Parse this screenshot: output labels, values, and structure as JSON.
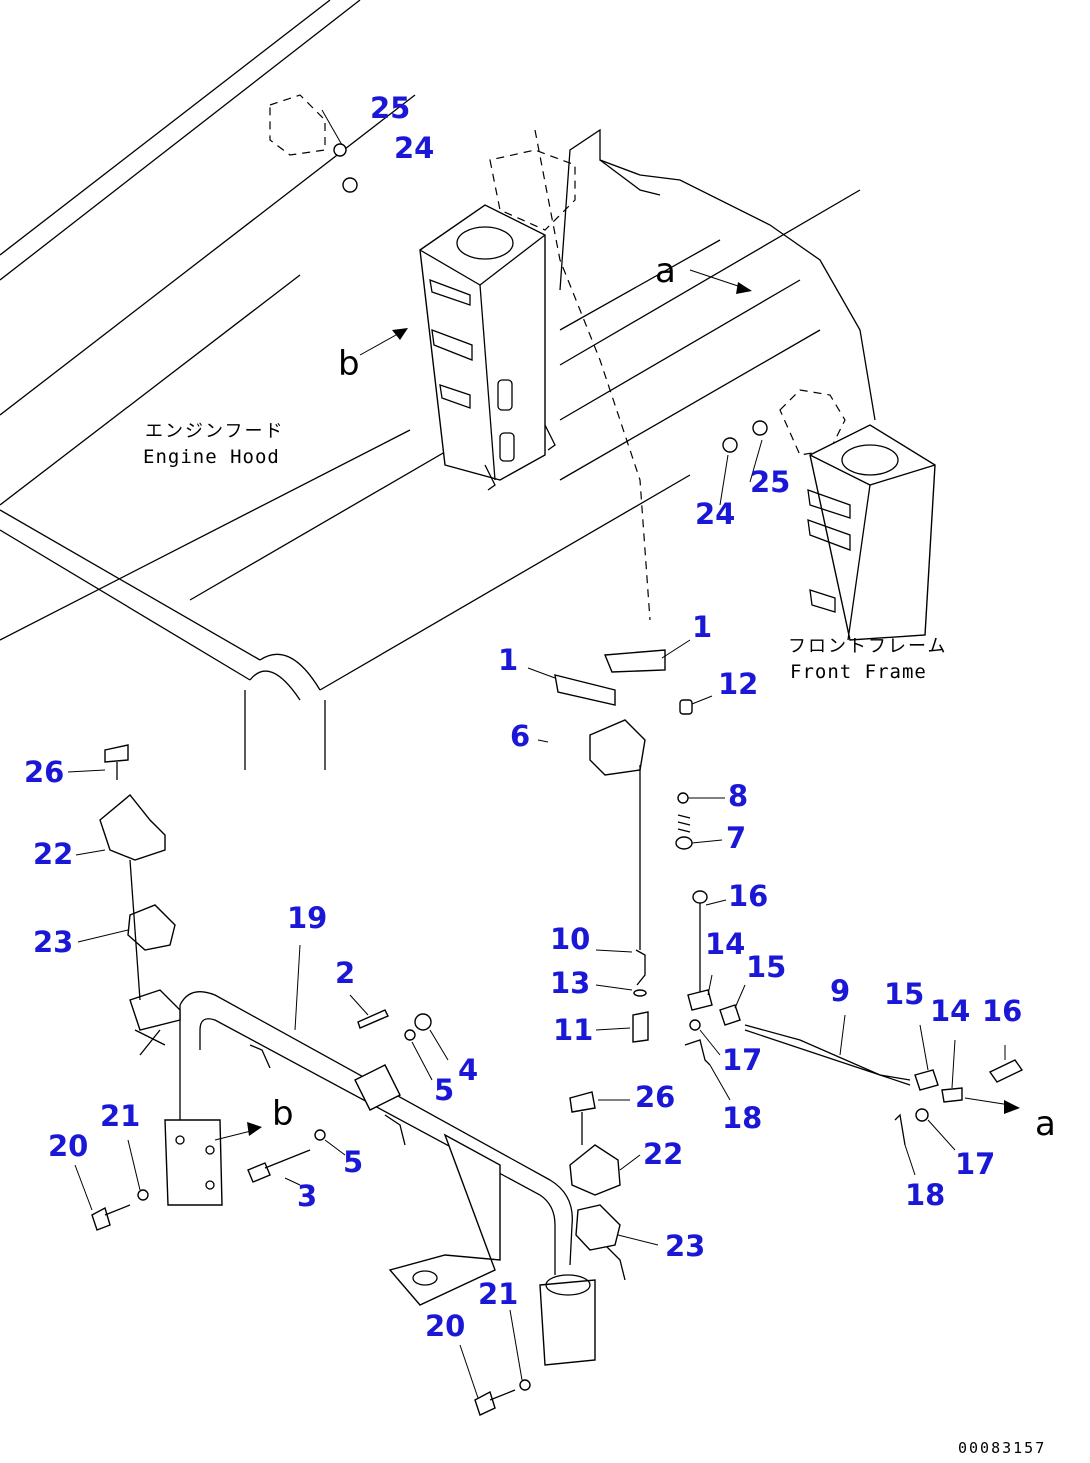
{
  "labels": {
    "engine_hood_jp": "エンジンフード",
    "engine_hood_en": "Engine Hood",
    "front_frame_jp": "フロントフレーム",
    "front_frame_en": "Front Frame",
    "ref_a_upper": "a",
    "ref_b_upper": "b",
    "ref_a_lower": "a",
    "ref_b_lower": "b",
    "drawing_code": "00083157"
  },
  "callouts": {
    "c25_top": "25",
    "c24_top": "24",
    "c24_mid": "24",
    "c25_mid": "25",
    "c1_right": "1",
    "c1_left": "1",
    "c12": "12",
    "c6": "6",
    "c8": "8",
    "c7": "7",
    "c16_up": "16",
    "c10": "10",
    "c14_up": "14",
    "c15_up": "15",
    "c13": "13",
    "c11": "11",
    "c17_up": "17",
    "c18_up": "18",
    "c9": "9",
    "c15_r": "15",
    "c14_r": "14",
    "c16_r": "16",
    "c17_r": "17",
    "c18_r": "18",
    "c26_l": "26",
    "c22_l": "22",
    "c23_l": "23",
    "c19": "19",
    "c2": "2",
    "c4": "4",
    "c5_a": "5",
    "c5_b": "5",
    "c3": "3",
    "c21_l": "21",
    "c20_l": "20",
    "c26_r": "26",
    "c22_r": "22",
    "c23_r": "23",
    "c21_r": "21",
    "c20_r": "20"
  },
  "colors": {
    "callout": "#1a18d6",
    "line": "#000000",
    "background": "#ffffff"
  }
}
